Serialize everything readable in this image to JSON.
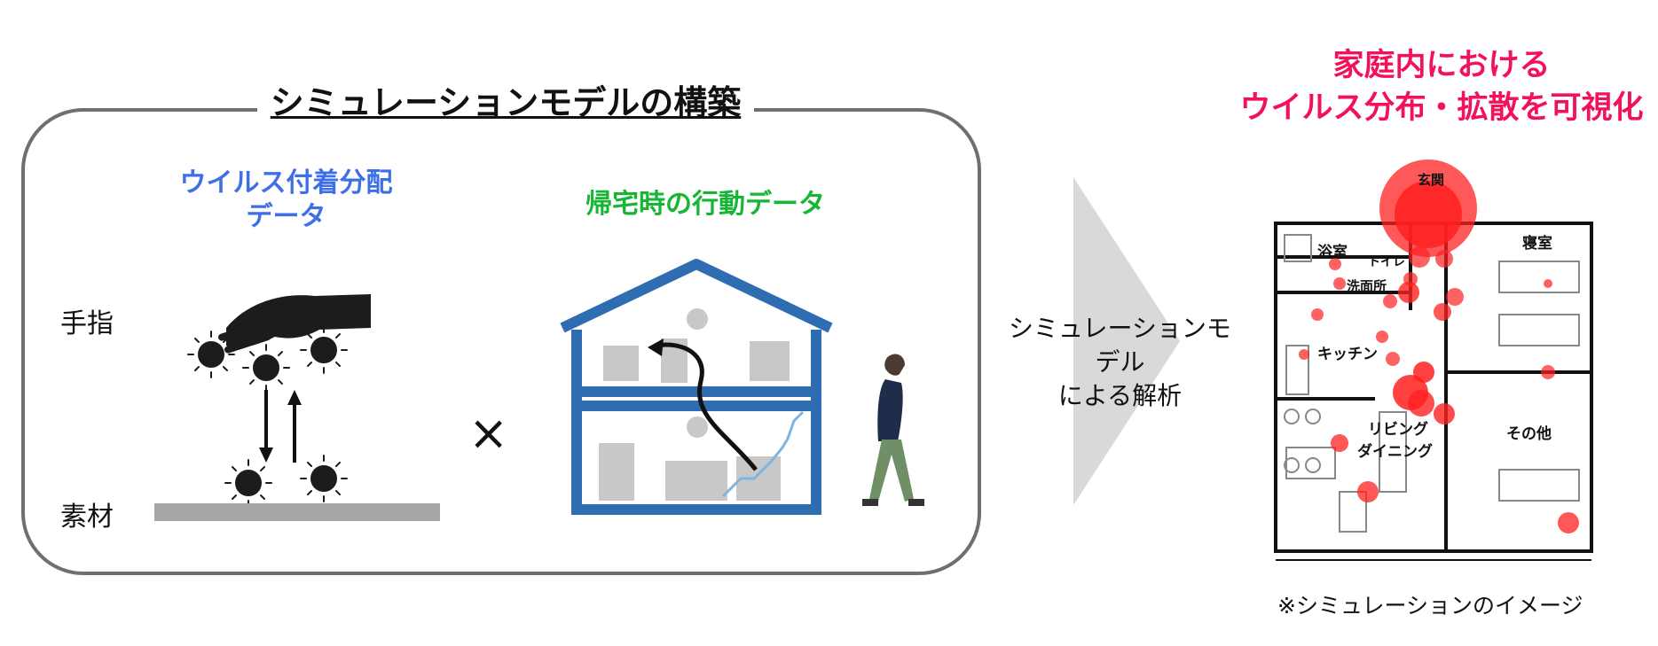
{
  "panel": {
    "title": "シミュレーションモデルの構築"
  },
  "virus_data": {
    "label_line1": "ウイルス付着分配",
    "label_line2": "データ"
  },
  "behavior_data": {
    "label": "帰宅時の行動データ"
  },
  "labels": {
    "finger": "手指",
    "material": "素材",
    "times": "×"
  },
  "analysis": {
    "line1": "シミュレーションモデル",
    "line2": "による解析"
  },
  "result": {
    "line1": "家庭内における",
    "line2": "ウイルス分布・拡散を可視化"
  },
  "floorplan": {
    "rooms": {
      "entrance": "玄関",
      "bath": "浴室",
      "toilet": "トイレ",
      "washroom": "洗面所",
      "bedroom": "寝室",
      "kitchen": "キッチン",
      "living_line1": "リビング",
      "living_line2": "ダイニング",
      "other": "その他"
    }
  },
  "note": "※シミュレーションのイメージ",
  "colors": {
    "accent_pink": "#f2125a",
    "virus_blue": "#3d6fe6",
    "behavior_green": "#17b534",
    "house_blue": "#2f6db3",
    "heat_red": "#ff2020"
  },
  "icons": [
    "hand-icon",
    "virus-icon",
    "house-icon",
    "person-icon",
    "arrow-right-icon"
  ]
}
